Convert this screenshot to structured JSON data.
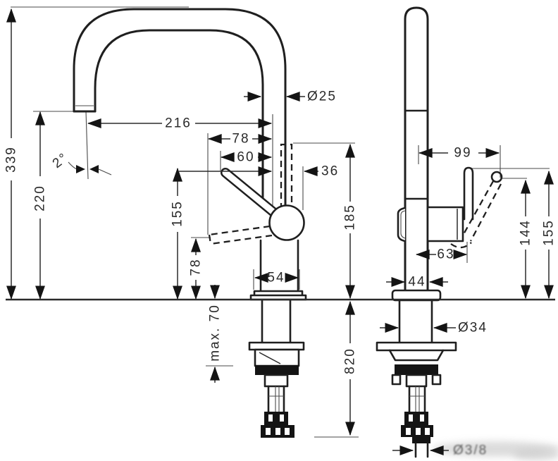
{
  "colors": {
    "ink": "#1f1f1f",
    "dimension_line": "#2b2b2b",
    "background": "#ffffff",
    "watermark_smudge": "#c9c9c9"
  },
  "front_view": {
    "overall_height": "339",
    "spout_outlet_height": "220",
    "spout_reach": "216",
    "lever_reach_low": "78",
    "lever_reach_high": "60",
    "lever_offset": "36",
    "spout_pipe_diameter": "Ø25",
    "stream_angle": "2°",
    "lever_top_height": "155",
    "lever_low_height": "78",
    "body_width": "54",
    "max_deck_thickness": "max. 70",
    "lever_up_height": "185",
    "hose_length": "820"
  },
  "side_view": {
    "lever_tip_reach": "99",
    "lever_tip_height": "144",
    "lever_top_height": "155",
    "valve_depth": "63",
    "body_depth": "44",
    "shank_diameter": "Ø34",
    "hose_connector": "Ø3/8"
  }
}
